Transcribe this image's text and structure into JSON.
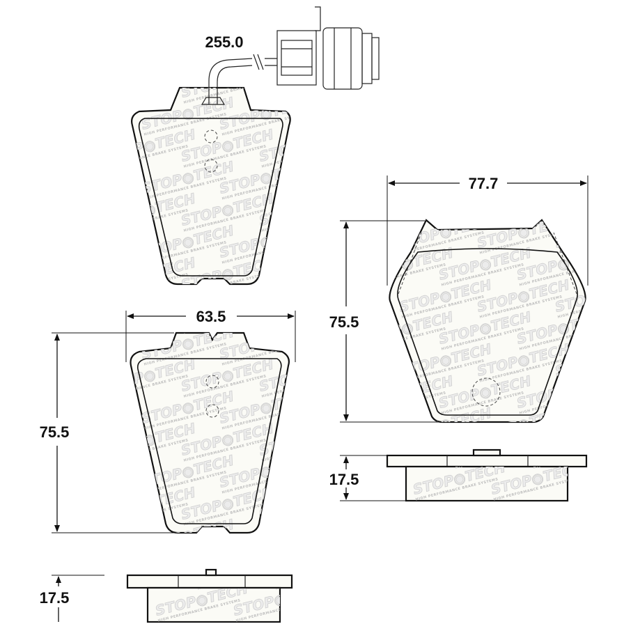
{
  "dimensions": {
    "wire_length": "255.0",
    "pad_width_left": "63.5",
    "pad_height_left": "75.5",
    "pad_thickness_left": "17.5",
    "pad_width_right": "77.7",
    "pad_height_right": "75.5",
    "pad_thickness_right": "17.5"
  },
  "watermark": {
    "brand_left": "STOP",
    "brand_right": "TECH",
    "tagline": "HIGH PERFORMANCE BRAKE SYSTEMS"
  },
  "colors": {
    "line": "#111111",
    "pad_fill": "#fbfbf6",
    "watermark_fill": "#ececec"
  }
}
